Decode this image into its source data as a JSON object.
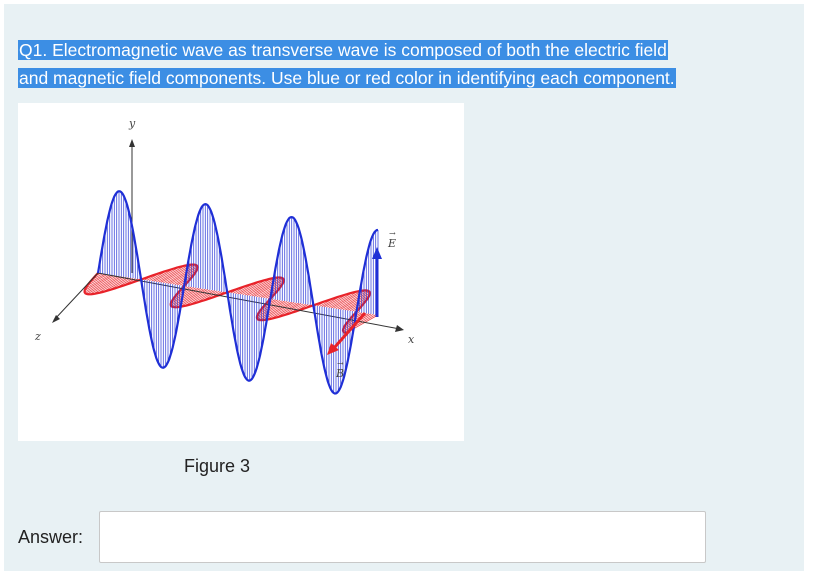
{
  "question": {
    "line1": "Q1. Electromagnetic wave as transverse wave is composed of both the electric field",
    "line2": "and magnetic field components. Use blue or red color in identifying each component."
  },
  "figure": {
    "caption": "Figure 3",
    "labels": {
      "y_axis": "y",
      "z_axis": "z",
      "x_axis": "x",
      "e_vector": "E",
      "b_vector": "B"
    },
    "colors": {
      "electric": "#1f2fd6",
      "magnetic": "#e8232a",
      "highlight": "#3c8ee4"
    }
  },
  "answer": {
    "label": "Answer:",
    "value": ""
  }
}
